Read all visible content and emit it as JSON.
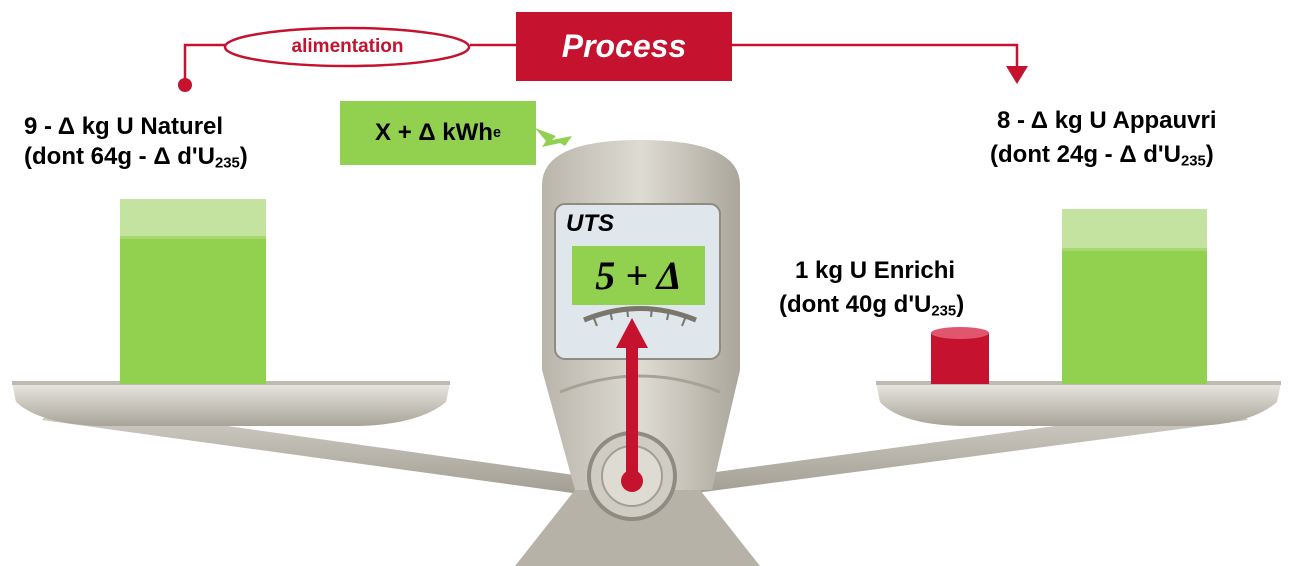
{
  "process": {
    "label": "Process"
  },
  "feed": {
    "label": "alimentation"
  },
  "energy": {
    "prefix": "X + Δ kWh",
    "subscript": "e"
  },
  "uts": {
    "label": "UTS",
    "value": "5 + Δ"
  },
  "left_pan": {
    "line1": "9 - Δ kg U Naturel",
    "line2_prefix": "(dont 64g - Δ d'U",
    "line2_subscript": "235",
    "line2_suffix": ")"
  },
  "right_pan": {
    "line1": "8 - Δ kg U Appauvri",
    "line2_prefix": "(dont 24g - Δ d'U",
    "line2_subscript": "235",
    "line2_suffix": ")"
  },
  "enriched": {
    "line1": "1 kg U Enrichi",
    "line2_prefix": "(dont 40g d'U",
    "line2_subscript": "235",
    "line2_suffix": ")"
  },
  "colors": {
    "red": "#c4122f",
    "green": "#92d050",
    "light_green": "#c5e3a0",
    "scale_gray": "#c9c6bd",
    "scale_dark": "#8f8b80"
  }
}
